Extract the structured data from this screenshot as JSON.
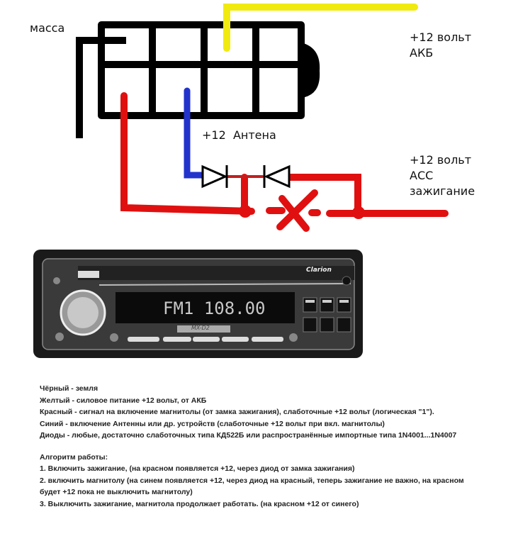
{
  "labels": {
    "ground": "масса",
    "battery": "+12 вольт\nАКБ",
    "antenna": "+12  Антена",
    "acc": "+12 вольт\nАСС\nзажигание"
  },
  "radio": {
    "brand": "Clarion",
    "display": "FM1 108.00",
    "model": "MX-D2"
  },
  "colors": {
    "ground": "#000000",
    "battery": "#f0ea10",
    "ignition": "#e01010",
    "antenna": "#2233cc"
  },
  "legend": [
    "Чёрный - земля",
    "Желтый - силовое питание +12 вольт, от АКБ",
    "Красный - сигнал на включение магнитолы (от замка зажигания), слаботочные +12 вольт (логическая \"1\").",
    "Синий - включение Антенны или др. устройств (слаботочные +12 вольт при вкл. магнитолы)",
    "Диоды - любые, достаточно слаботочных типа КД522Б или распространённые импортные типа 1N4001...1N4007"
  ],
  "algorithm": {
    "title": "Алгоритм работы:",
    "steps": [
      "1. Включить зажигание, (на красном появляется +12, через диод от замка зажигания)",
      "2. включить магнитолу (на синем появляется +12, через диод на красный, теперь зажигание не важно, на красном",
      "будет +12 пока не выключить магнитолу)",
      "3. Выключить зажигание, магнитола продолжает работать. (на красном +12 от синего)"
    ]
  }
}
